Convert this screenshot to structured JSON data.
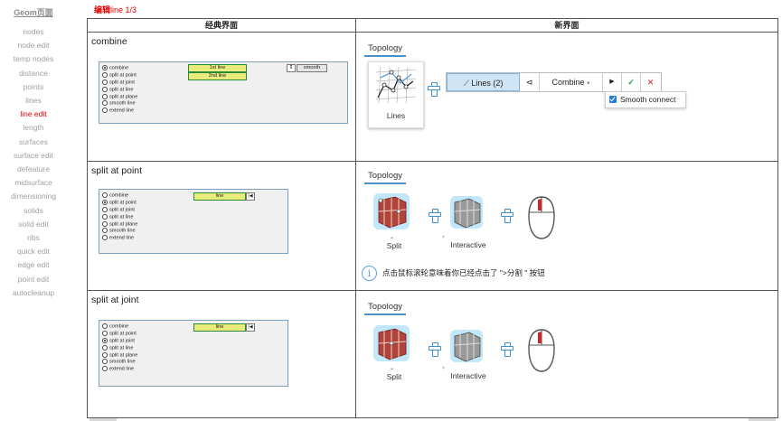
{
  "sidebar": {
    "title": "Geom页面",
    "items": [
      {
        "label": "nodes",
        "active": false
      },
      {
        "label": "node edit",
        "active": false
      },
      {
        "label": "temp nodes",
        "active": false
      },
      {
        "label": "distance",
        "active": false
      },
      {
        "label": "points",
        "active": false
      },
      {
        "label": "lines",
        "active": false
      },
      {
        "label": "line edit",
        "active": true
      },
      {
        "label": "length",
        "active": false
      },
      {
        "label": "surfaces",
        "active": false
      },
      {
        "label": "surface edit",
        "active": false
      },
      {
        "label": "defeature",
        "active": false
      },
      {
        "label": "midsurface",
        "active": false
      },
      {
        "label": "dimensioning",
        "active": false
      },
      {
        "label": "solids",
        "active": false
      },
      {
        "label": "solid edit",
        "active": false
      },
      {
        "label": "ribs",
        "active": false
      },
      {
        "label": "quick edit",
        "active": false
      },
      {
        "label": "edge edit",
        "active": false
      },
      {
        "label": "point edit",
        "active": false
      },
      {
        "label": "autocleanup",
        "active": false
      }
    ]
  },
  "header": {
    "prefix": "编辑",
    "title": "line 1/3"
  },
  "table": {
    "col_classic": "经典界面",
    "col_new": "新界面",
    "radio_options": [
      "combine",
      "split at point",
      "split at joint",
      "split at line",
      "split at plane",
      "smooth line",
      "extend line"
    ],
    "rows": [
      {
        "label": "combine",
        "classic": {
          "selected": 0,
          "btn1": "1st line",
          "btn2": "2nd line",
          "btn3": "smooth",
          "arrows": "⇕"
        },
        "new": {
          "tab": "Topology",
          "icon_caption": "Lines",
          "toolbar_lines": "Lines (2)",
          "toolbar_reset": "⊲",
          "toolbar_mode": "Combine",
          "toolbar_play": "▶",
          "toolbar_ok": "✓",
          "toolbar_cancel": "✕",
          "smooth_label": "Smooth connect"
        }
      },
      {
        "label": "split at point",
        "classic": {
          "selected": 1,
          "btn1": "line",
          "reset": "|◀"
        },
        "new": {
          "tab": "Topology",
          "caption_split": "Split",
          "caption_interactive": "Interactive",
          "info": "点击鼠标滚轮意味着你已经点击了 \">分割 \" 按钮",
          "info_icon": "i"
        }
      },
      {
        "label": "split at joint",
        "classic": {
          "selected": 2,
          "btn1": "line",
          "reset": "|◀"
        },
        "new": {
          "tab": "Topology",
          "caption_split": "Split",
          "caption_interactive": "Interactive"
        }
      }
    ]
  },
  "colors": {
    "accent": "#3e8fd6",
    "active_nav": "#e00000",
    "classic_bg": "#f0f0f0",
    "yellow_ctl": "#e8ec7a"
  }
}
